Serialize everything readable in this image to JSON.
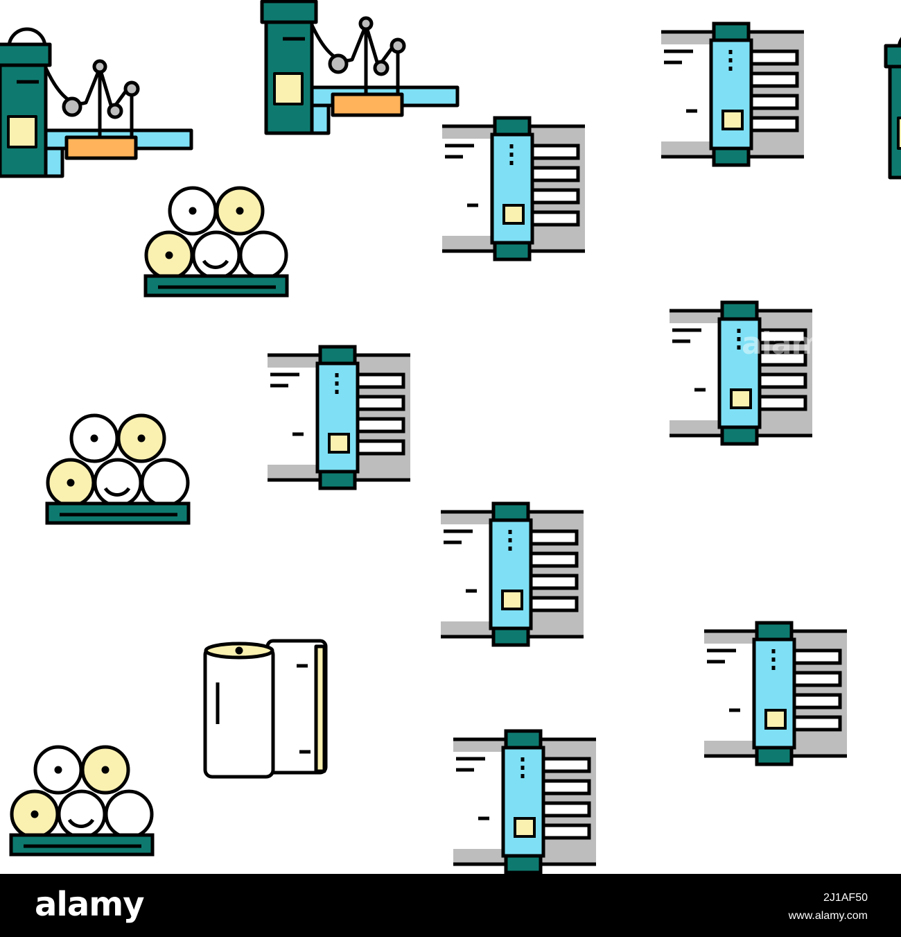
{
  "pattern": {
    "colors": {
      "outline": "#000000",
      "teal": "#0e7a6f",
      "light_blue": "#7fe0f5",
      "pale_yellow": "#faf0b0",
      "orange": "#ffb35a",
      "gray": "#bdbdbd"
    },
    "icons": [
      {
        "type": "paper-machine-icon"
      },
      {
        "type": "paper-machine-icon"
      },
      {
        "type": "paper-machine-icon"
      },
      {
        "type": "paper-roll-stack-icon"
      },
      {
        "type": "paper-roll-stack-icon"
      },
      {
        "type": "paper-roll-stack-icon"
      },
      {
        "type": "paper-roll-unrolled-icon"
      },
      {
        "type": "paper-press-unit-icon"
      },
      {
        "type": "paper-press-unit-icon"
      },
      {
        "type": "paper-press-unit-icon"
      },
      {
        "type": "paper-press-unit-icon"
      },
      {
        "type": "paper-press-unit-icon"
      },
      {
        "type": "paper-press-unit-icon"
      },
      {
        "type": "paper-press-unit-icon"
      }
    ]
  },
  "watermark": {
    "text": "alamy"
  },
  "footer": {
    "brand": "alamy",
    "image_id": "2J1AF50",
    "site": "www.alamy.com"
  }
}
